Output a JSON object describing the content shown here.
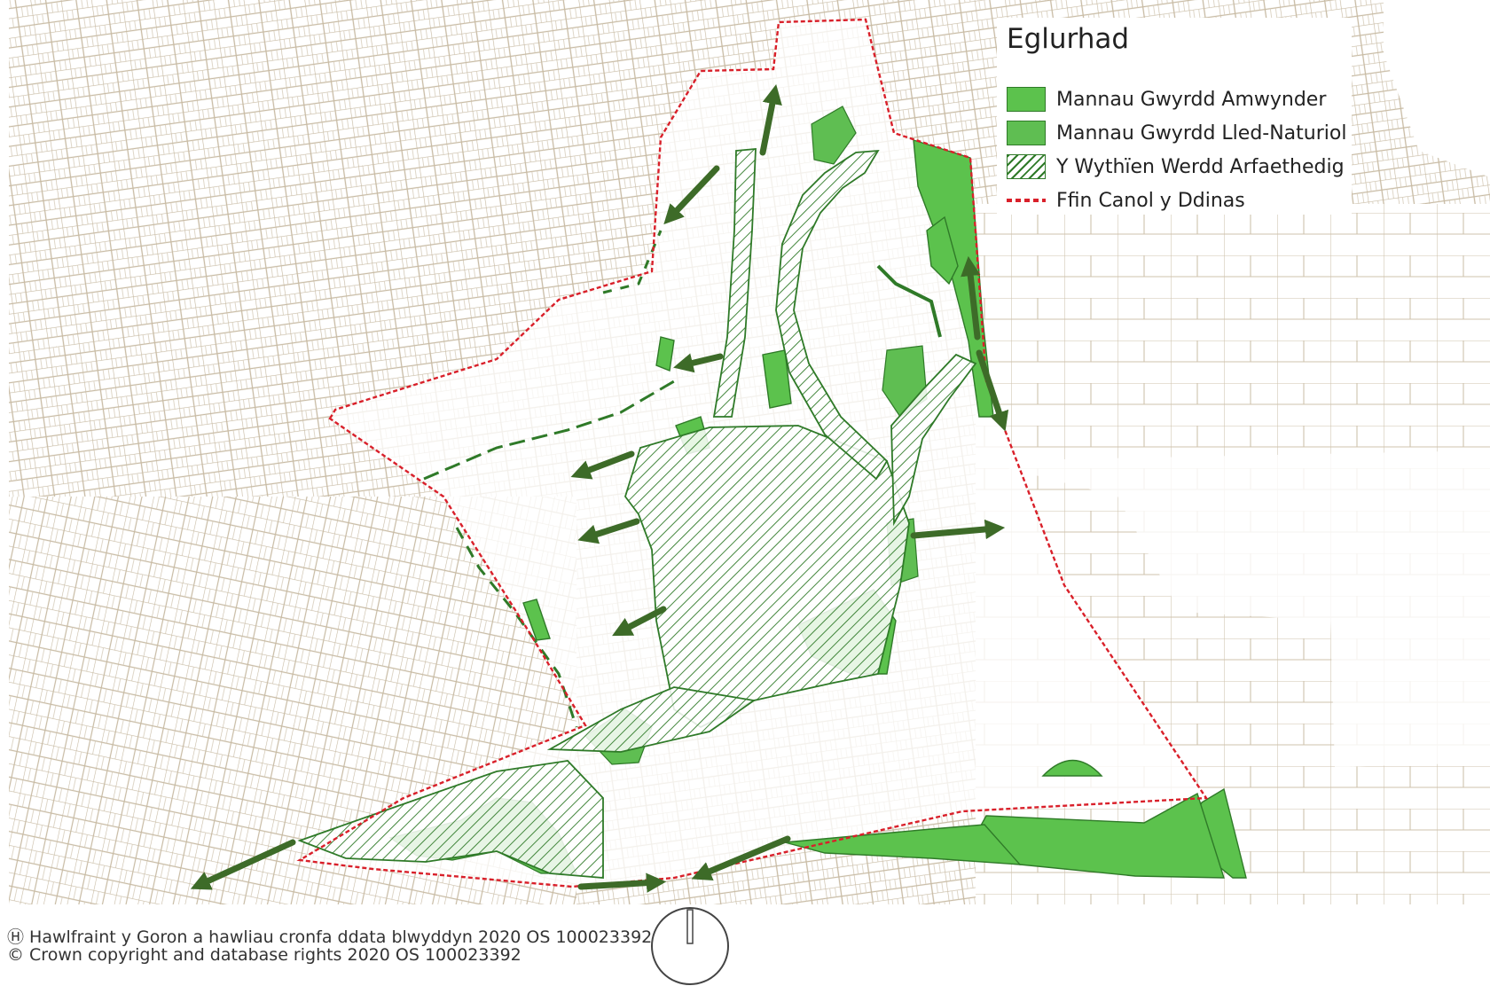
{
  "legend": {
    "title": "Eglurhad",
    "items": [
      {
        "label": "Mannau Gwyrdd Amwynder",
        "swatch": "amenity-green-fill",
        "color": "#5cc24d"
      },
      {
        "label": "Mannau Gwyrdd Lled-Naturiol",
        "swatch": "semi-natural-green-fill",
        "color": "#5fbe52"
      },
      {
        "label": "Y Wythïen Werdd Arfaethedig",
        "swatch": "hatched-green",
        "color": "#2f7a28"
      },
      {
        "label": "Ffin Canol y Ddinas",
        "swatch": "red-dashed-line",
        "color": "#d9202a"
      }
    ]
  },
  "copyright": {
    "welsh": "Ⓗ Hawlfraint y Goron a hawliau cronfa ddata blwyddyn 2020 OS 100023392",
    "english": "© Crown copyright and database rights 2020 OS 100023392"
  },
  "colors": {
    "street": "#c8bba4",
    "boundary": "#d9202a",
    "arrow": "#3d6b28",
    "green": "#5cc24d",
    "green_line": "#2f7a28"
  },
  "icons": {
    "north_arrow": "north-arrow-icon",
    "arrows": "green-arrow-icon"
  }
}
